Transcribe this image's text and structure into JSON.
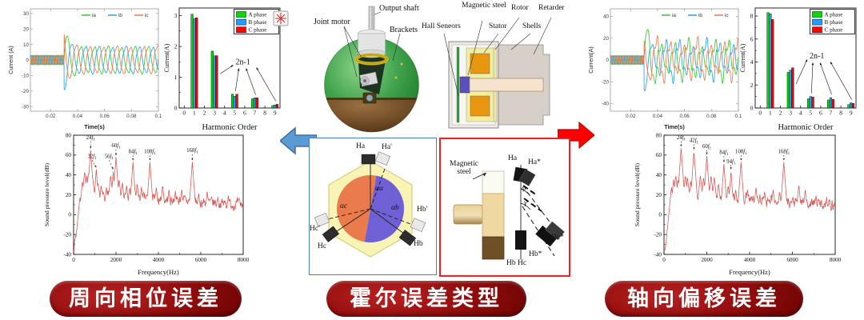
{
  "banners": {
    "left": "周向相位误差",
    "center": "霍尔误差类型",
    "right": "轴向偏移误差",
    "bg_dark": "#700404",
    "bg_light": "#b82222",
    "text_color": "#ffffff"
  },
  "flow_arrows": {
    "left_color": "#5b9bd5",
    "left_stroke": "#41719c",
    "right_color": "#fe0000",
    "right_stroke": "#c00000"
  },
  "overlay_icon": {
    "name": "seal-stamp",
    "color": "#c23b3b"
  },
  "diagrams": {
    "sphere": {
      "labels": {
        "output_shaft": "Output shaft",
        "joint_motor": "Joint motor",
        "brackets": "Brackets"
      }
    },
    "cross_section": {
      "labels": {
        "magnetic_steel": "Magnetic steel",
        "rotor": "Rotor",
        "retarder": "Retarder",
        "hall_sensors": "Hall Seneors",
        "stator": "Stator",
        "shells": "Shells"
      }
    },
    "hall_circle": {
      "labels": {
        "ha": "Ha",
        "ha_p": "Ha'",
        "hb": "Hb",
        "hb_p": "Hb'",
        "hc": "Hc",
        "hc_p": "Hc'",
        "alpha_a": "αa",
        "alpha_b": "αb",
        "alpha_c": "αc"
      }
    },
    "axial": {
      "labels": {
        "magnetic_steel": "Magnetic steel",
        "ha": "Ha",
        "ha_s": "Ha*",
        "hb_hc": "Hb Hc",
        "hb_s": "Hb*",
        "hc_s": "Hc*",
        "phi": "φ",
        "gamma": "γ"
      }
    }
  },
  "chart_data": [
    {
      "id": "wave_left",
      "type": "line",
      "xlabel": "Time(s)",
      "ylabel": "Current (A)",
      "xlim": [
        0.005,
        0.1
      ],
      "ylim": [
        -33,
        33
      ],
      "xticks": [
        0.02,
        0.04,
        0.06,
        0.08,
        0.1
      ],
      "xtick_labels": [
        "0.02",
        "0.04",
        "0.06",
        "0.08",
        "0.1"
      ],
      "yticks": [
        -30,
        -20,
        -10,
        0,
        10,
        20,
        30
      ],
      "legend": [
        "ia",
        "ib",
        "ic"
      ],
      "colors": [
        "#3ecb3e",
        "#35a7e8",
        "#f97d4a"
      ],
      "params": {
        "t_switch": 0.03,
        "amp_before": 3,
        "freq_before": 480,
        "amp_after": 8.5,
        "spike": 21,
        "tau": 0.0035,
        "freq_after": 100,
        "harm": 1.0,
        "mod": 0.06
      }
    },
    {
      "id": "bars_left",
      "type": "bar",
      "xlabel": "Harmonic Order",
      "ylabel": "Current(A)",
      "categories": [
        0,
        1,
        2,
        3,
        4,
        5,
        6,
        7,
        8,
        9
      ],
      "ylim": [
        0,
        3.25
      ],
      "yticks": [
        0,
        1,
        2,
        3
      ],
      "annotation": {
        "text": "2n-1",
        "tx": 0.56,
        "y": 1.42,
        "targets": [
          3,
          5,
          7,
          9
        ]
      },
      "series": [
        {
          "name": "A phase",
          "color": "#00dd00",
          "values": [
            0,
            3.05,
            0,
            1.85,
            0,
            0.45,
            0,
            0.3,
            0,
            0.08
          ]
        },
        {
          "name": "B phase",
          "color": "#1e9fff",
          "values": [
            0,
            2.9,
            0,
            1.7,
            0,
            0.38,
            0,
            0.33,
            0,
            0.1
          ]
        },
        {
          "name": "C phase",
          "color": "#ff0000",
          "values": [
            0,
            2.93,
            0,
            1.7,
            0,
            0.45,
            0,
            0.33,
            0,
            0.12
          ]
        }
      ]
    },
    {
      "id": "wave_right",
      "type": "line",
      "xlabel": "Time(s)",
      "ylabel": "Current(A)",
      "xlim": [
        0.005,
        0.1
      ],
      "ylim": [
        -47,
        47
      ],
      "xticks": [
        0.02,
        0.04,
        0.06,
        0.08,
        0.1
      ],
      "xtick_labels": [
        "0.02",
        "0.04",
        "0.06",
        "0.08",
        "0.1"
      ],
      "yticks": [
        -40,
        -20,
        0,
        20,
        40
      ],
      "legend": [
        "ia",
        "ib",
        "ic"
      ],
      "colors": [
        "#3ecb3e",
        "#35a7e8",
        "#f97d4a"
      ],
      "params": {
        "t_switch": 0.03,
        "amp_before": 4,
        "freq_before": 480,
        "amp_after": 14,
        "spike": 29,
        "tau": 0.0045,
        "freq_after": 100,
        "harm": 5,
        "mod": 0.28
      }
    },
    {
      "id": "bars_right",
      "type": "bar",
      "xlabel": "Harmonic Order",
      "ylabel": "Current(A)",
      "categories": [
        0,
        1,
        2,
        3,
        4,
        5,
        6,
        7,
        8,
        9
      ],
      "ylim": [
        0,
        8.7
      ],
      "yticks": [
        0,
        2,
        4,
        6,
        8
      ],
      "annotation": {
        "text": "2n-1",
        "tx": 0.54,
        "y": 4.3,
        "targets": [
          3,
          5,
          7,
          9
        ]
      },
      "series": [
        {
          "name": "A phase",
          "color": "#00dd00",
          "values": [
            0,
            8.3,
            0,
            3.1,
            0,
            0.8,
            0,
            0.7,
            0,
            0.3
          ]
        },
        {
          "name": "B phase",
          "color": "#1e9fff",
          "values": [
            0,
            8.2,
            0,
            3.3,
            0,
            1.0,
            0,
            0.9,
            0,
            0.45
          ]
        },
        {
          "name": "C phase",
          "color": "#ff0000",
          "values": [
            0,
            7.7,
            0,
            3.5,
            0,
            0.95,
            0,
            0.75,
            0,
            0.4
          ]
        }
      ]
    },
    {
      "id": "spectrum_left",
      "type": "line",
      "xlabel": "Frequency(Hz)",
      "ylabel": "Sound pressure level(dB)",
      "xlim": [
        0,
        8000
      ],
      "ylim": [
        -40,
        80
      ],
      "xticks": [
        0,
        2000,
        4000,
        6000,
        8000
      ],
      "yticks": [
        -40,
        -20,
        0,
        20,
        40,
        60,
        80
      ],
      "color": "#d9534f",
      "seed": 7,
      "peaks": [
        {
          "label": "24f1",
          "freq": 800,
          "db": 65,
          "label_db": 76
        },
        {
          "label": "32f1",
          "freq": 1070,
          "db": 46,
          "label_db": 57,
          "label_df": -200
        },
        {
          "label": "56f1",
          "freq": 1870,
          "db": 44,
          "label_db": 57,
          "label_df": -200
        },
        {
          "label": "60f1",
          "freq": 2000,
          "db": 58,
          "label_db": 68
        },
        {
          "label": "84f1",
          "freq": 2800,
          "db": 53,
          "label_db": 62
        },
        {
          "label": "108f1",
          "freq": 3600,
          "db": 53,
          "label_db": 62
        },
        {
          "label": "168f1",
          "freq": 5600,
          "db": 53,
          "label_db": 63
        }
      ],
      "texture_peaks": [
        [
          300,
          18
        ],
        [
          420,
          34
        ],
        [
          520,
          44
        ],
        [
          620,
          40
        ],
        [
          700,
          42
        ],
        [
          900,
          38
        ],
        [
          1150,
          32
        ],
        [
          1300,
          30
        ],
        [
          1550,
          28
        ],
        [
          1750,
          40
        ],
        [
          1950,
          42
        ],
        [
          2150,
          36
        ],
        [
          2300,
          33
        ],
        [
          2500,
          30
        ],
        [
          2650,
          28
        ],
        [
          3000,
          32
        ],
        [
          3200,
          28
        ],
        [
          3900,
          28
        ],
        [
          4200,
          30
        ],
        [
          4500,
          26
        ],
        [
          4800,
          24
        ],
        [
          5100,
          26
        ],
        [
          5900,
          22
        ],
        [
          6300,
          24
        ],
        [
          6800,
          18
        ],
        [
          7300,
          20
        ],
        [
          7800,
          16
        ]
      ]
    },
    {
      "id": "spectrum_right",
      "type": "line",
      "xlabel": "Frequency(Hz)",
      "ylabel": "Sound pressure level(dB)",
      "xlim": [
        0,
        8000
      ],
      "ylim": [
        -40,
        80
      ],
      "xticks": [
        0,
        2000,
        4000,
        6000,
        8000
      ],
      "yticks": [
        -40,
        -20,
        0,
        20,
        40,
        60,
        80
      ],
      "color": "#d9534f",
      "seed": 13,
      "peaks": [
        {
          "label": "24f1",
          "freq": 800,
          "db": 67,
          "label_db": 76
        },
        {
          "label": "42f1",
          "freq": 1400,
          "db": 64,
          "label_db": 73
        },
        {
          "label": "60f1",
          "freq": 2000,
          "db": 59,
          "label_db": 67
        },
        {
          "label": "84f1",
          "freq": 2800,
          "db": 51,
          "label_db": 61
        },
        {
          "label": "94f1",
          "freq": 3130,
          "db": 44,
          "label_db": 52
        },
        {
          "label": "108f1",
          "freq": 3600,
          "db": 53,
          "label_db": 62
        },
        {
          "label": "168f1",
          "freq": 5600,
          "db": 53,
          "label_db": 62
        }
      ],
      "texture_peaks": [
        [
          350,
          28
        ],
        [
          450,
          36
        ],
        [
          550,
          40
        ],
        [
          650,
          36
        ],
        [
          1000,
          40
        ],
        [
          1100,
          38
        ],
        [
          1250,
          34
        ],
        [
          1700,
          40
        ],
        [
          1850,
          38
        ],
        [
          2200,
          40
        ],
        [
          2350,
          38
        ],
        [
          2550,
          32
        ],
        [
          3000,
          30
        ],
        [
          3350,
          26
        ],
        [
          3900,
          26
        ],
        [
          4300,
          28
        ],
        [
          4700,
          24
        ],
        [
          5100,
          26
        ],
        [
          5400,
          24
        ],
        [
          6300,
          30
        ],
        [
          6600,
          26
        ],
        [
          7100,
          20
        ],
        [
          7600,
          18
        ]
      ]
    }
  ]
}
